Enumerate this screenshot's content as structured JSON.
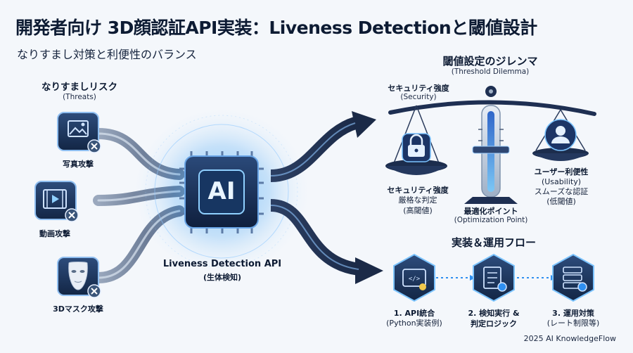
{
  "title": "開発者向け 3D顔認証API実装：Liveness Detectionと閾値設計",
  "subtitle": "なりすまし対策と利便性のバランス",
  "threats": {
    "heading": "なりすましリスク",
    "heading_en": "(Threats)",
    "items": [
      {
        "label": "写真攻撃",
        "icon": "photo-icon"
      },
      {
        "label": "動画攻撃",
        "icon": "video-icon"
      },
      {
        "label": "3Dマスク攻撃",
        "icon": "mask-icon"
      }
    ]
  },
  "core": {
    "chip_text": "AI",
    "label": "Liveness Detection API",
    "sublabel": "(生体検知)"
  },
  "dilemma": {
    "heading": "閾値設定のジレンマ",
    "heading_en": "(Threshold Dilemma)",
    "security_top": "セキュリティ強度",
    "security_top_en": "(Security)",
    "security_label": "セキュリティ強度",
    "security_line1": "厳格な判定",
    "security_line2": "(高閾値)",
    "usability_label": "ユーザー利便性",
    "usability_line1": "(Usability)",
    "usability_line2": "スムーズな認証",
    "usability_line3": "(低閾値)",
    "optimization_label": "最適化ポイント",
    "optimization_en": "(Optimization Point)"
  },
  "flow": {
    "heading": "実装＆運用フロー",
    "steps": [
      {
        "line1": "1. API統合",
        "line2": "(Python実装例)",
        "icon": "code-icon"
      },
      {
        "line1": "2. 検知実行 &",
        "line2": "判定ロジック",
        "icon": "checklist-gear-icon"
      },
      {
        "line1": "3. 運用対策",
        "line2": "(レート制限等)",
        "icon": "server-gear-icon"
      }
    ]
  },
  "footer": "2025 AI KnowledgeFlow",
  "colors": {
    "accent": "#2f8ff0",
    "navy": "#15284a",
    "glow": "#7cc4ff"
  }
}
